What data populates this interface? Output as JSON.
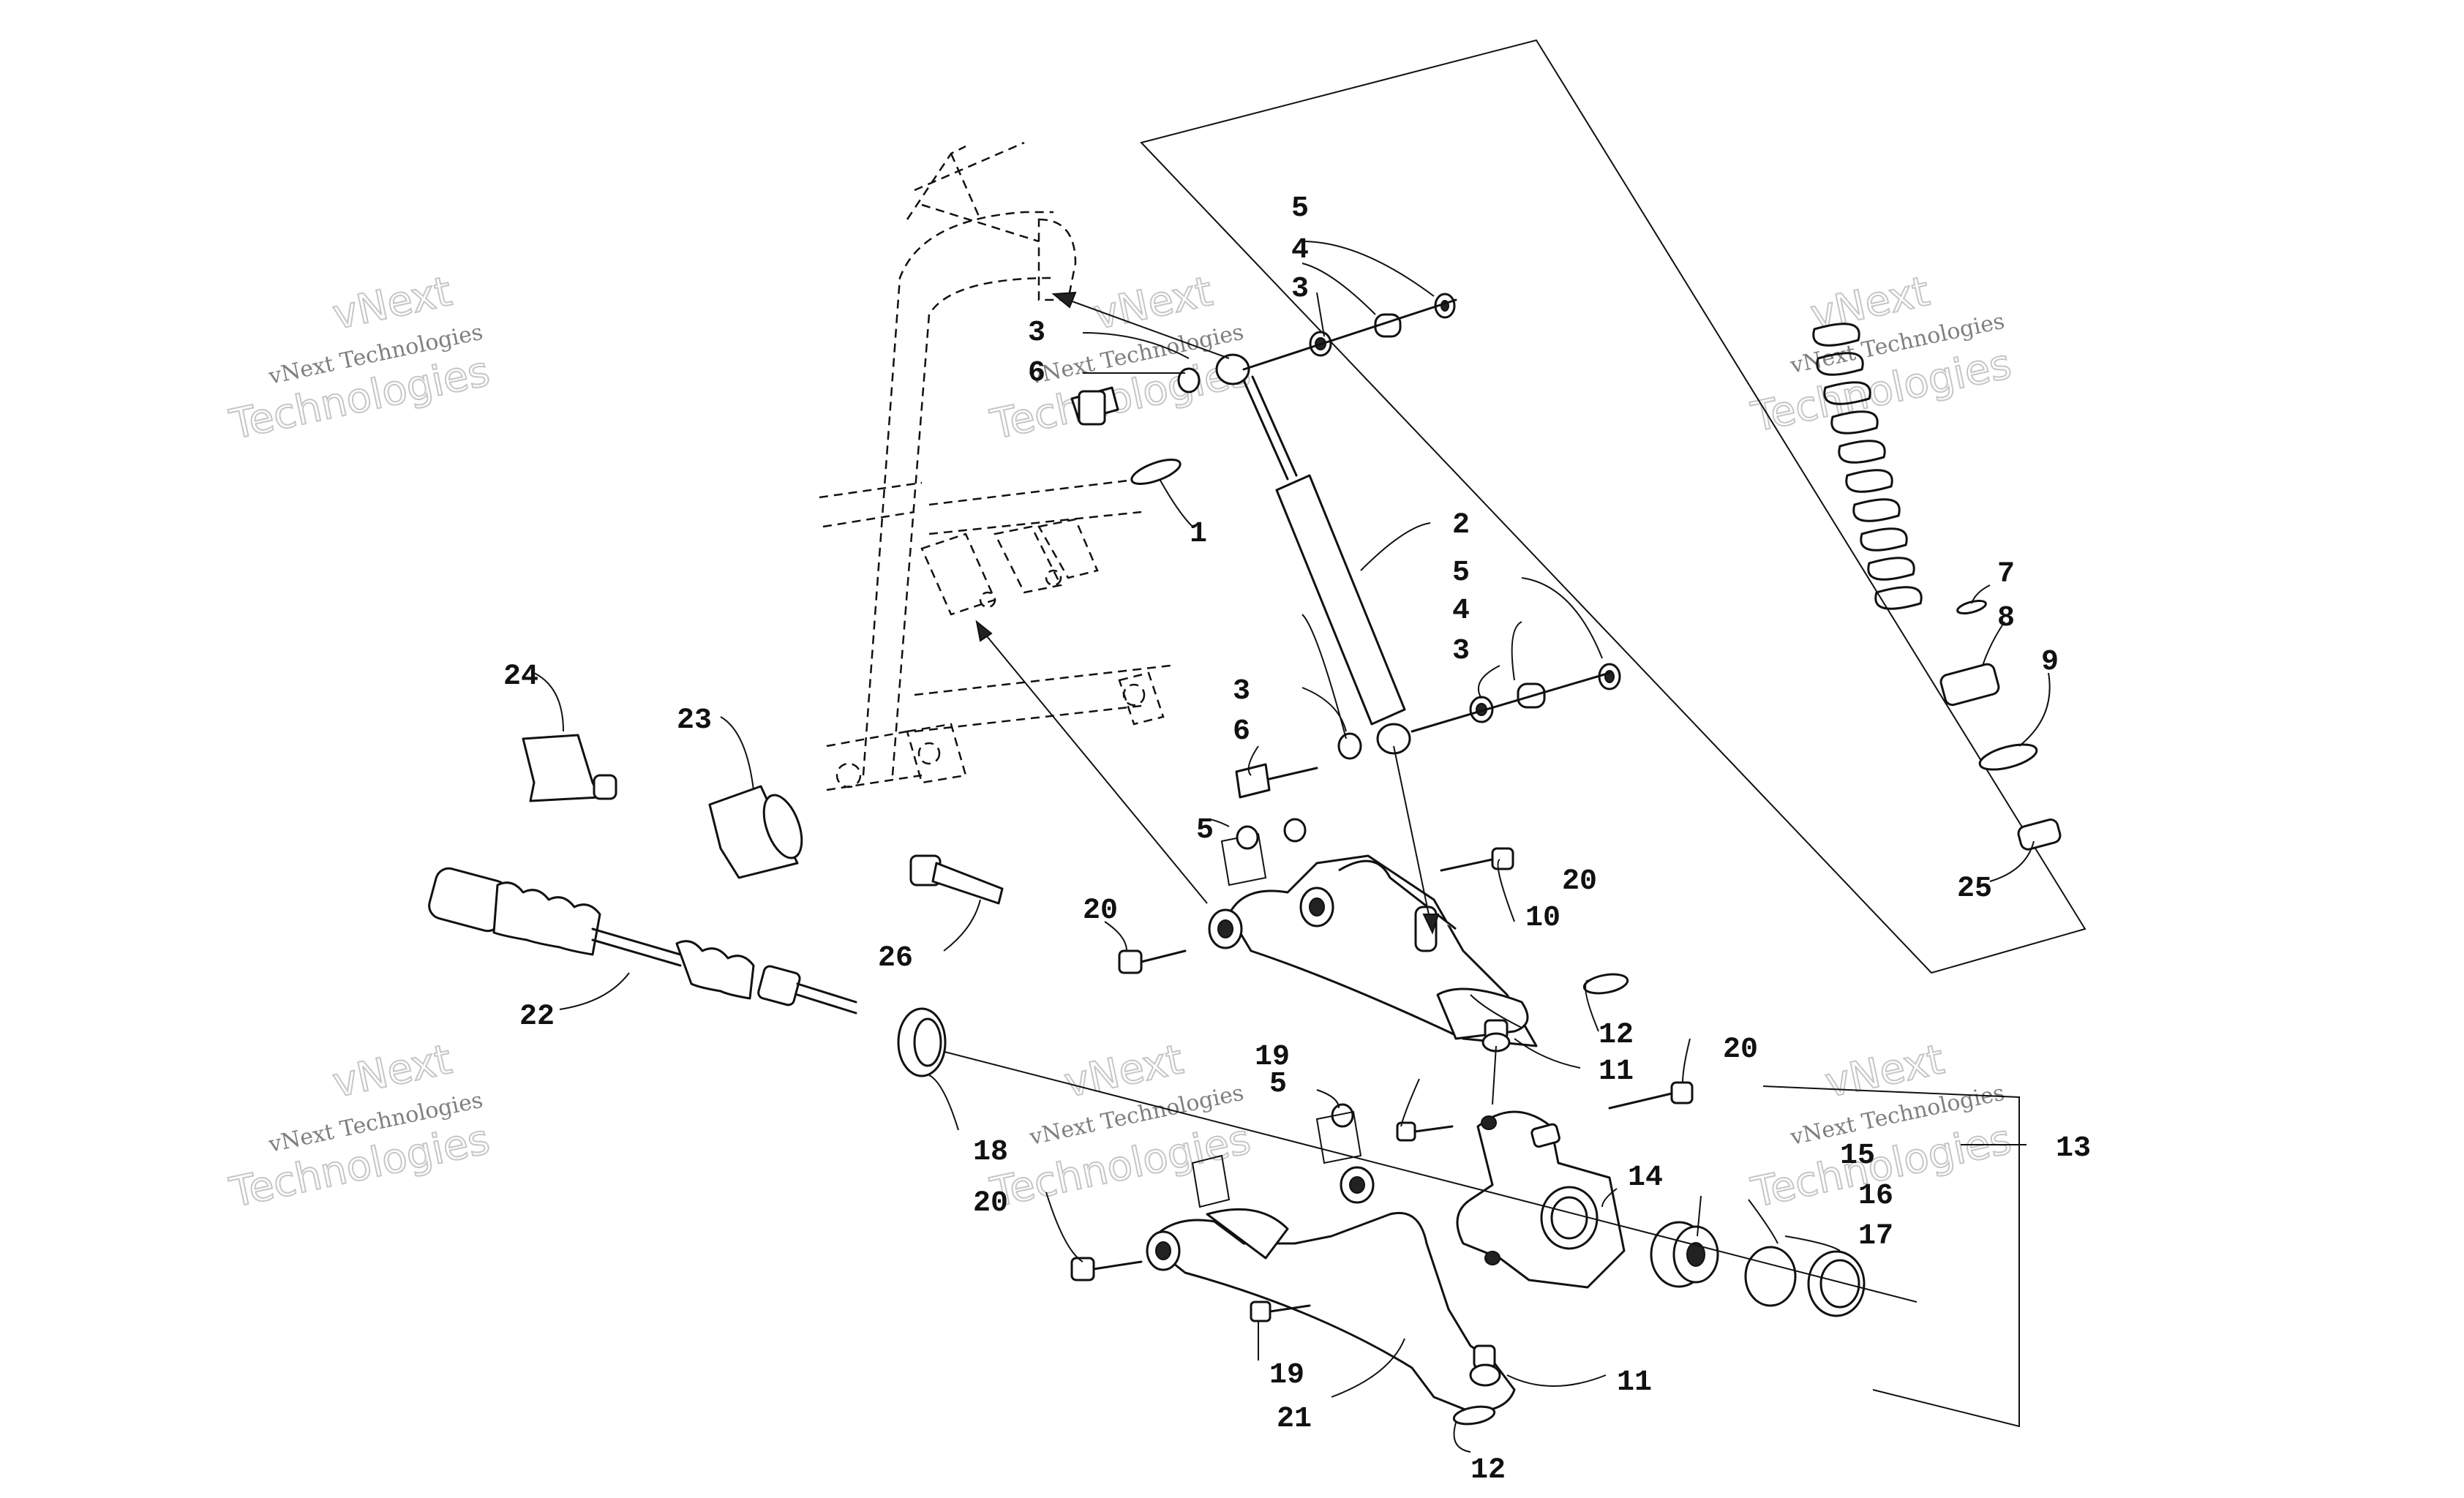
{
  "watermark": {
    "line1": "vNext",
    "line2": "vNext Technologies",
    "line3": "Technologies"
  },
  "labels": {
    "l1": "1",
    "l2": "2",
    "l3a": "3",
    "l3b": "3",
    "l3c": "3",
    "l3d": "3",
    "l4a": "4",
    "l4b": "4",
    "l5a": "5",
    "l5b": "5",
    "l5c": "5",
    "l5d": "5",
    "l6a": "6",
    "l6b": "6",
    "l7": "7",
    "l8": "8",
    "l9": "9",
    "l10": "10",
    "l11a": "11",
    "l11b": "11",
    "l12a": "12",
    "l12b": "12",
    "l13": "13",
    "l14": "14",
    "l15": "15",
    "l16": "16",
    "l17": "17",
    "l18": "18",
    "l19a": "19",
    "l19b": "19",
    "l20a": "20",
    "l20b": "20",
    "l20c": "20",
    "l20d": "20",
    "l21": "21",
    "l22": "22",
    "l23": "23",
    "l24": "24",
    "l25": "25",
    "l26": "26"
  }
}
